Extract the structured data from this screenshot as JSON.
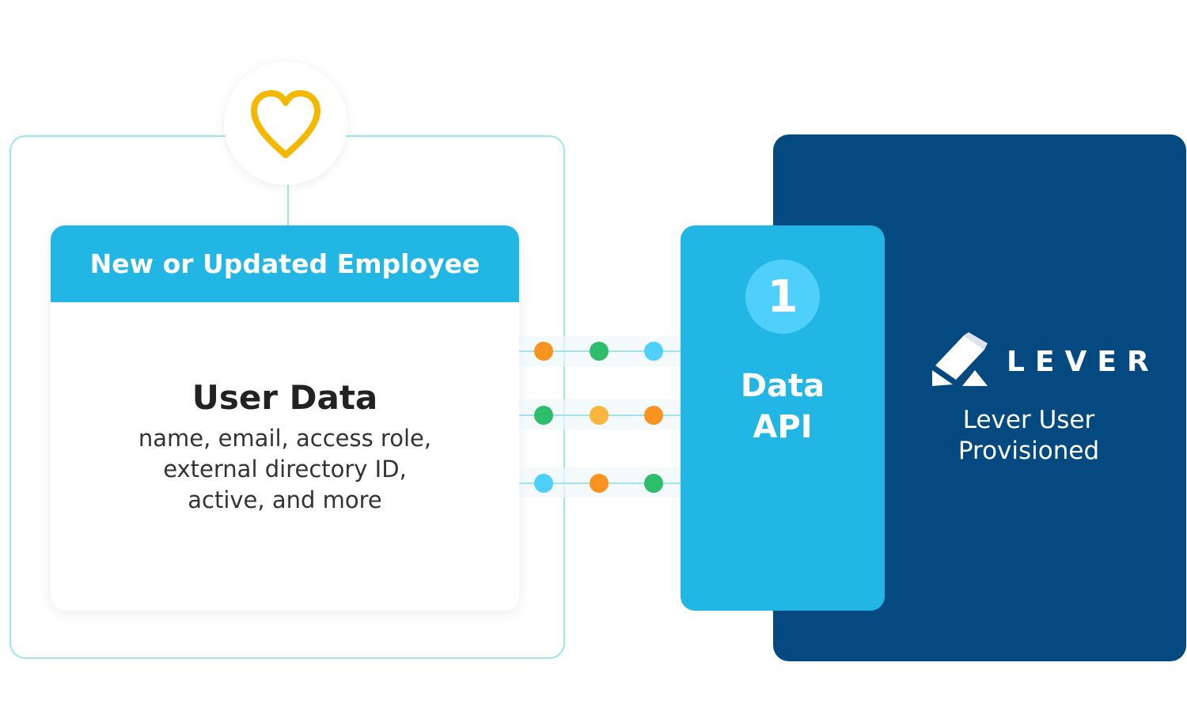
{
  "source_panel": {
    "header": "New or Updated Employee",
    "title": "User Data",
    "description_lines": [
      "name, email, access role,",
      "external directory ID,",
      "active, and more"
    ]
  },
  "api_panel": {
    "step_number": "1",
    "title_lines": [
      "Data",
      "API"
    ]
  },
  "lever_panel": {
    "wordmark": "LEVER",
    "caption_lines": [
      "Lever User",
      "Provisioned"
    ]
  },
  "flow_rows": [
    [
      "orange",
      "green",
      "blue"
    ],
    [
      "green",
      "yellow",
      "orange"
    ],
    [
      "blue",
      "orange",
      "green"
    ]
  ],
  "colors": {
    "frame": "#9fe3ef",
    "accent_blue": "#22b6e5",
    "navy": "#044a80",
    "heart": "#f5b800",
    "orange": "#f7931e",
    "green": "#2ebd6b",
    "blue": "#4fd0fb",
    "yellow": "#fbb53c"
  },
  "icons": {
    "heart": "heart-icon",
    "lever_logo": "lever-logo-icon"
  }
}
